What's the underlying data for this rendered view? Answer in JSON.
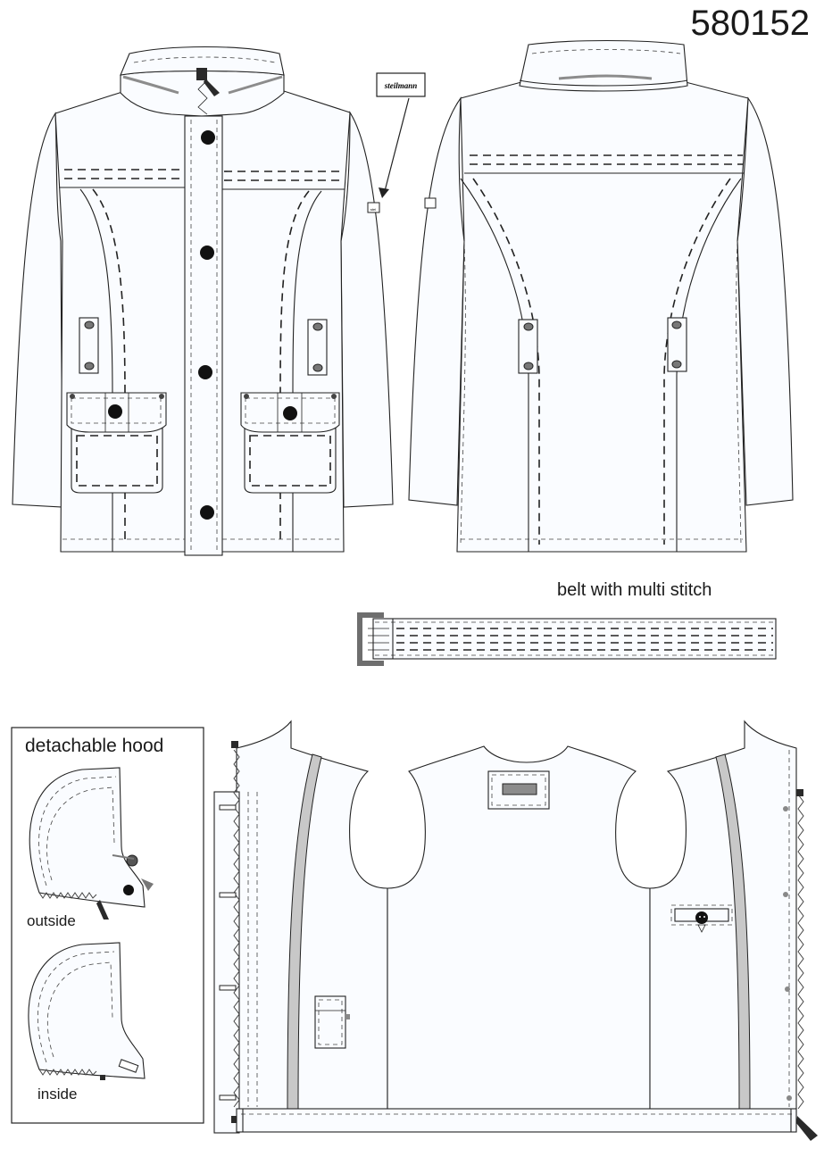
{
  "style_number": "580152",
  "label_tag": {
    "text": "steilmann",
    "small_text": "stei"
  },
  "belt": {
    "caption": "belt with multi stitch"
  },
  "hood": {
    "title": "detachable hood",
    "outside_label": "outside",
    "inside_label": "inside"
  },
  "colors": {
    "line": "#222222",
    "gray_trim": "#8c8c8c",
    "fill": "#fafcff",
    "zipper_pull": "#2a2a2a"
  }
}
